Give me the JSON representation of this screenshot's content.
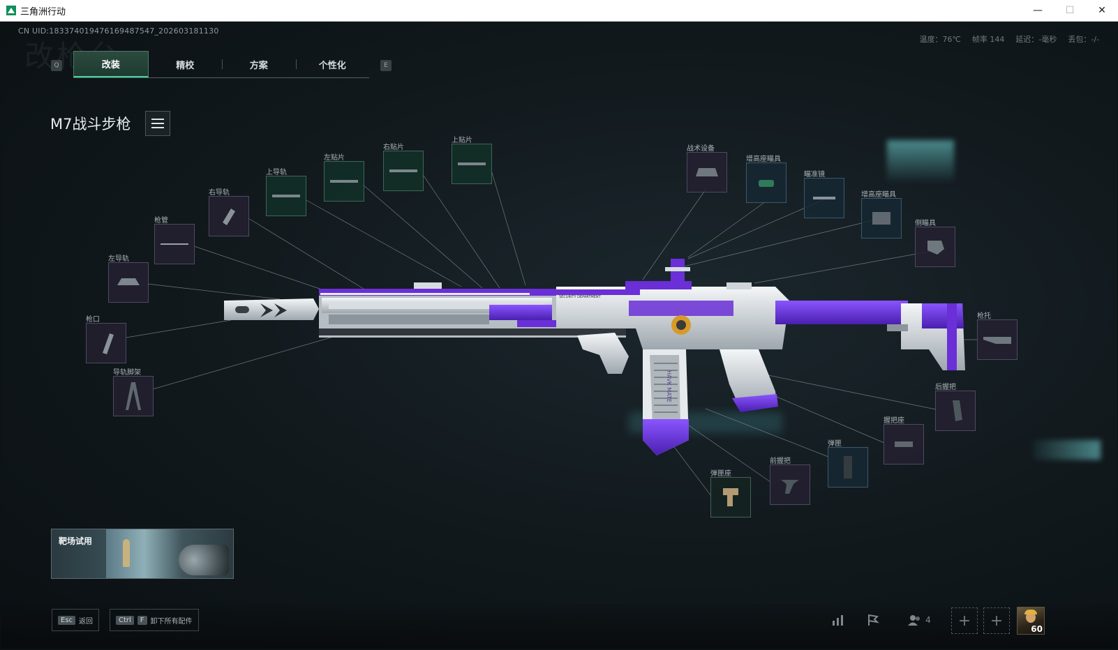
{
  "window": {
    "title": "三角洲行动"
  },
  "header": {
    "uid": "CN UID:18337401947616948754​7_202603181130",
    "stats": [
      "温度：76℃",
      "帧率 144",
      "延迟：-毫秒",
      "丢包：-/-"
    ]
  },
  "tabs": {
    "left_key": "Q",
    "right_key": "E",
    "items": [
      "改装",
      "精校",
      "方案",
      "个性化"
    ]
  },
  "weapon": {
    "name": "M7战斗步枪",
    "decal_text": "SECURITY DEPARTMENT",
    "mag_text": "HAVK MATE"
  },
  "parts": [
    {
      "label": "左导轨"
    },
    {
      "label": "枪管"
    },
    {
      "label": "右导轨"
    },
    {
      "label": "上导轨"
    },
    {
      "label": "左贴片"
    },
    {
      "label": "右贴片"
    },
    {
      "label": "上贴片"
    },
    {
      "label": "战术设备"
    },
    {
      "label": "增高座瞄具"
    },
    {
      "label": "瞄准镜"
    },
    {
      "label": "增高座瞄具"
    },
    {
      "label": "侧瞄具"
    },
    {
      "label": "枪托"
    },
    {
      "label": "后握把"
    },
    {
      "label": "握把座"
    },
    {
      "label": "弹匣"
    },
    {
      "label": "前握把"
    },
    {
      "label": "弹匣座"
    },
    {
      "label": "导轨脚架"
    },
    {
      "label": "枪口"
    }
  ],
  "range": {
    "label": "靶场试用"
  },
  "bottom": {
    "back_key": "Esc",
    "back_label": "返回",
    "unequip_keys": [
      "Ctrl",
      "F"
    ],
    "unequip_label": "卸下所有配件",
    "team_count": "4",
    "level": "60"
  },
  "colors": {
    "accent": "#46d39a",
    "weapon_purple": "#6a2fd6",
    "weapon_white": "#e8ecef"
  }
}
